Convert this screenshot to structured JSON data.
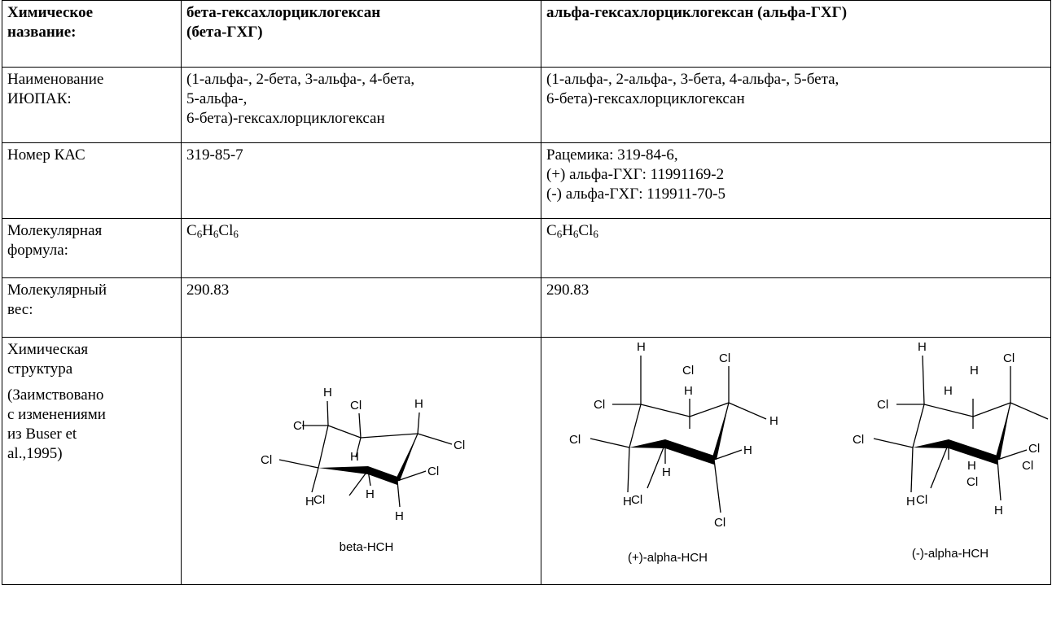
{
  "header": {
    "label": [
      "Химическое",
      "название:"
    ],
    "beta": [
      "бета-гексахлорциклогексан",
      "(бета-ГХГ)"
    ],
    "alpha": "альфа-гексахлорциклогексан (альфа-ГХГ)"
  },
  "iupac": {
    "label": [
      "Наименование",
      "ИЮПАК:"
    ],
    "beta": [
      "(1-альфа-, 2-бета, 3-альфа-, 4-бета,",
      "5-альфа-,",
      "6-бета)-гексахлорциклогексан"
    ],
    "alpha": [
      "(1-альфа-, 2-альфа-, 3-бета, 4-альфа-, 5-бета,",
      "6-бета)-гексахлорциклогексан"
    ]
  },
  "cas": {
    "label": "Номер КАС",
    "beta": "319-85-7",
    "alpha": [
      "Рацемика:  319-84-6,",
      "(+) альфа-ГХГ:  11991169-2",
      "(-) альфа-ГХГ:  119911-70-5"
    ]
  },
  "formula": {
    "label": [
      "Молекулярная",
      "формула:"
    ],
    "beta": {
      "c": "C",
      "n1": "6",
      "h": "H",
      "n2": "6",
      "cl": "Cl",
      "n3": "6"
    },
    "alpha": {
      "c": "C",
      "n1": "6",
      "h": "H",
      "n2": "6",
      "cl": "Cl",
      "n3": "6"
    }
  },
  "weight": {
    "label": [
      "Молекулярный",
      "вес:"
    ],
    "beta": "290.83",
    "alpha": "290.83"
  },
  "structure": {
    "label": [
      "Химическая",
      "структура"
    ],
    "note": [
      "(Заимствовано",
      "с изменениями",
      "из Buser et",
      "al.,1995)"
    ],
    "atoms": {
      "h": "H",
      "cl": "Cl"
    },
    "captions": {
      "beta": "beta-HCH",
      "alpha_plus": "(+)-alpha-HCH",
      "alpha_minus": "(-)-alpha-HCH"
    }
  }
}
